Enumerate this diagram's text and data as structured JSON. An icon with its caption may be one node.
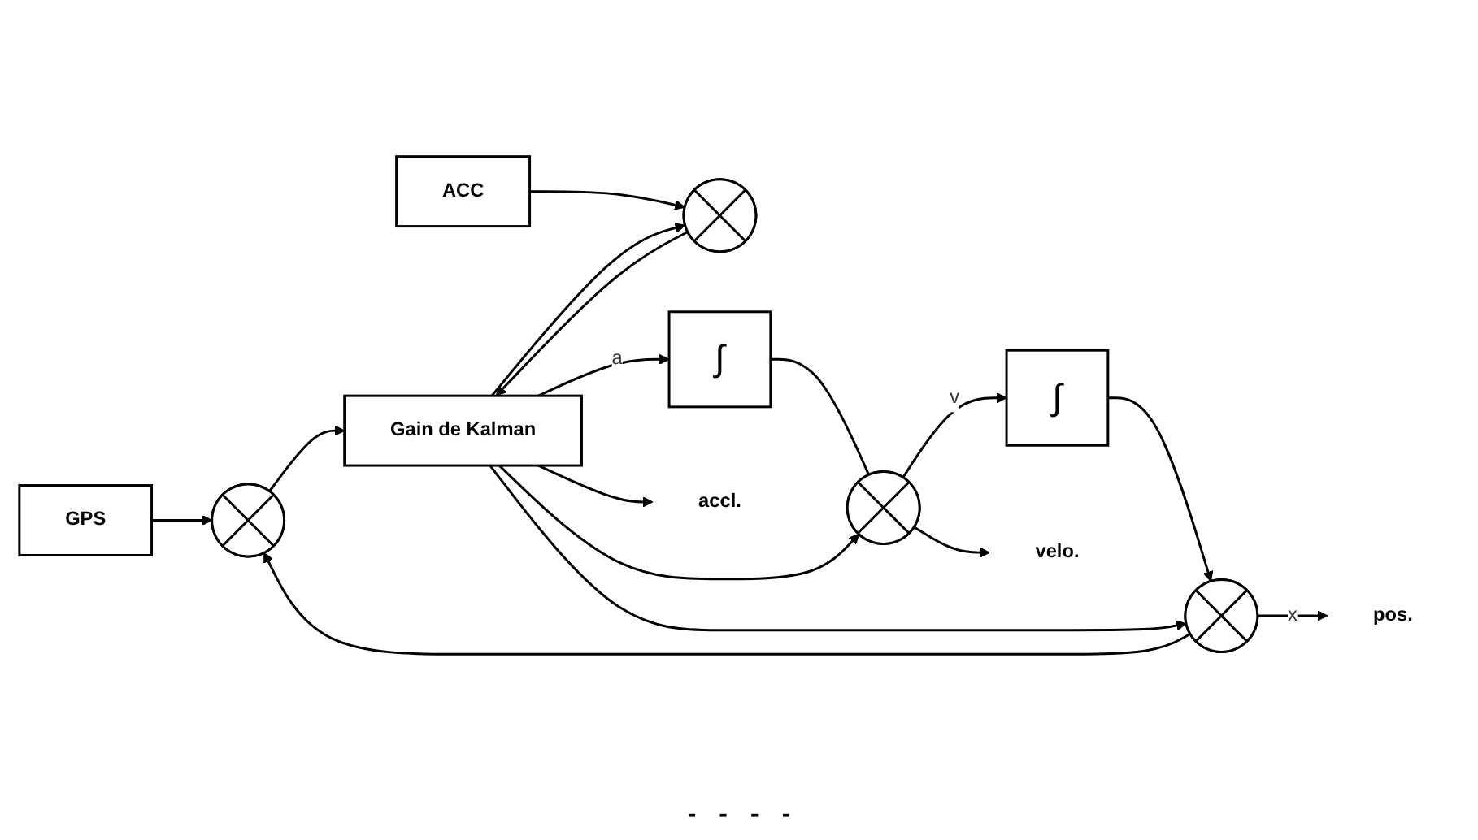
{
  "diagram": {
    "nodes": [
      {
        "text": [
          "GPS"
        ]
      },
      {
        "text": [
          "ACC"
        ]
      },
      {
        "text": [
          "Gain de Kalman"
        ]
      },
      {
        "text": [],
        "shape": "circle"
      },
      {
        "text": [],
        "shape": "circle"
      },
      {
        "text": [
          "∫"
        ]
      },
      {
        "text": [],
        "shape": "circle"
      },
      {
        "text": [
          "∫"
        ]
      },
      {
        "text": [],
        "shape": "circle"
      },
      {
        "text": [
          "pos."
        ]
      },
      {
        "text": [
          "velo."
        ]
      },
      {
        "text": [
          "accl."
        ]
      }
    ],
    "edges": [
      {
        "from": 0,
        "to": 3,
        "arrow": "to"
      },
      {
        "from": 1,
        "to": 4,
        "arrow": "to"
      },
      {
        "from": 3,
        "to": 2,
        "arrow": "to"
      },
      {
        "from": 4,
        "to": 2,
        "arrow": "to"
      },
      {
        "from": 2,
        "to": 5,
        "arrow": "to",
        "label": "a"
      },
      {
        "from": 2,
        "to": 11,
        "arrow": "to"
      },
      {
        "from": 2,
        "to": 4,
        "arrow": "to"
      },
      {
        "from": 5,
        "to": 6,
        "arrow": "none"
      },
      {
        "from": 2,
        "to": 6,
        "arrow": "to"
      },
      {
        "from": 6,
        "to": 7,
        "arrow": "to",
        "label": "v"
      },
      {
        "from": 6,
        "to": 10,
        "arrow": "to"
      },
      {
        "from": 7,
        "to": 8,
        "arrow": "to"
      },
      {
        "from": 2,
        "to": 8,
        "arrow": "to"
      },
      {
        "from": 8,
        "to": 9,
        "arrow": "to",
        "label": "x"
      },
      {
        "from": 8,
        "to": 3,
        "arrow": "to"
      }
    ],
    "labels": [
      "-",
      "-",
      "-",
      "-"
    ]
  }
}
